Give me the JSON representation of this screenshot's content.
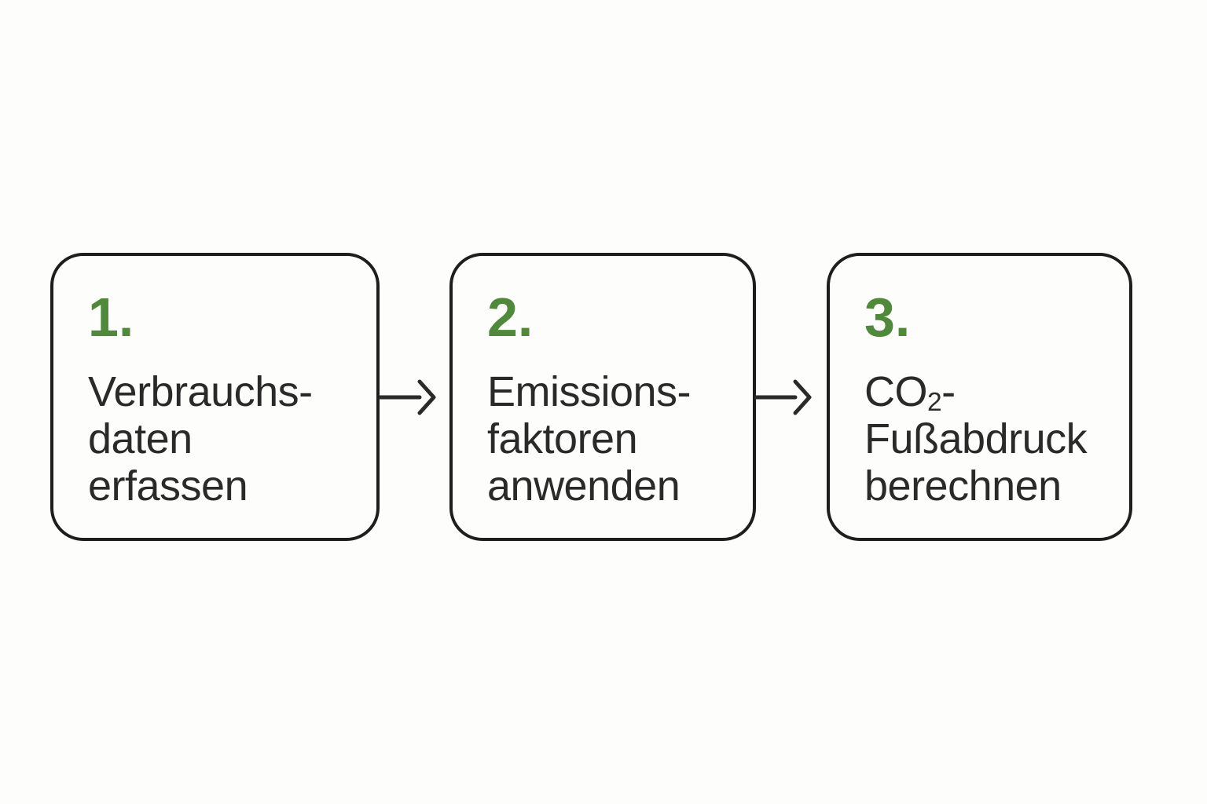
{
  "diagram": {
    "title_implicit": "CO2-Fussabdruck Prozess",
    "colors": {
      "accent": "#4f8a3b",
      "text": "#2a2a2a",
      "border": "#1e1e1e",
      "background": "#fdfdfc"
    },
    "steps": [
      {
        "number": "1.",
        "lines": [
          "Verbrauchs-",
          "daten",
          "erfassen"
        ]
      },
      {
        "number": "2.",
        "lines": [
          "Emissions-",
          "faktoren",
          "anwenden"
        ]
      },
      {
        "number": "3.",
        "co2_line": {
          "prefix": "CO",
          "subscript": "2",
          "suffix": "-"
        },
        "lines": [
          "Fußabdruck",
          "berechnen"
        ]
      }
    ],
    "connectors": [
      {
        "from": "step-1",
        "to": "step-2",
        "type": "arrow-right"
      },
      {
        "from": "step-2",
        "to": "step-3",
        "type": "arrow-right"
      }
    ]
  }
}
